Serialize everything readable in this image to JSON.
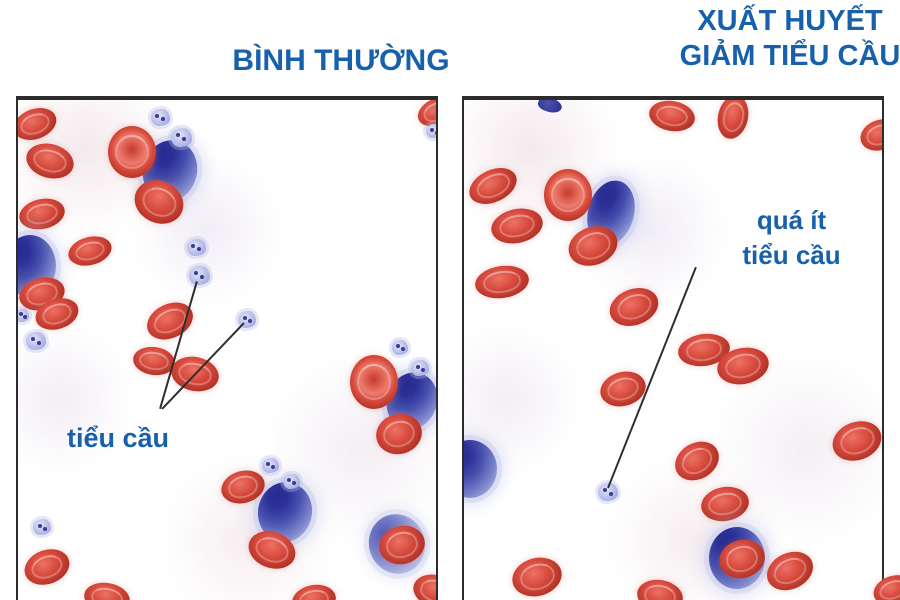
{
  "figure": {
    "description": "Blood smear comparison diagram: normal blood vs thrombocytopenic purpura (too few platelets)"
  },
  "titles": {
    "left": "BÌNH THƯỜNG",
    "right_line1": "XUẤT HUYẾT",
    "right_line2": "GIẢM TIỂU CẦU"
  },
  "colors": {
    "title_blue": "#1760ab",
    "rbc_red": "#cf4437",
    "wbc_blue": "#2c3097",
    "platelet_purple": "#b6bbe7",
    "platelet_dot": "#383c95",
    "line_dark": "#2e2e2e",
    "border_dark": "#2c2c2c"
  },
  "cell_format": [
    "type",
    "center_x",
    "center_y",
    "width",
    "height",
    "rotation_deg"
  ],
  "panels": [
    {
      "id": "normal",
      "label": "tiểu cầu",
      "cells": [
        [
          "rbc",
          17,
          24,
          44,
          30,
          -20
        ],
        [
          "rbc",
          32,
          61,
          48,
          34,
          15
        ],
        [
          "rbc",
          24,
          114,
          46,
          30,
          -12
        ],
        [
          "wbc",
          12,
          166,
          52,
          62,
          0
        ],
        [
          "platelet",
          4,
          215,
          13,
          13,
          0
        ],
        [
          "rbc",
          24,
          194,
          46,
          32,
          -15
        ],
        [
          "rbc",
          39,
          214,
          44,
          30,
          -18
        ],
        [
          "platelet",
          18,
          241,
          20,
          18,
          0
        ],
        [
          "rbc",
          72,
          151,
          44,
          28,
          -15
        ],
        [
          "wbc",
          152,
          71,
          54,
          62,
          15
        ],
        [
          "platelet",
          142,
          17,
          19,
          17,
          0
        ],
        [
          "platelet",
          163,
          37,
          21,
          19,
          0
        ],
        [
          "rbc-front",
          114,
          52,
          48,
          52,
          0
        ],
        [
          "rbc",
          141,
          102,
          50,
          42,
          25
        ],
        [
          "platelet",
          178,
          147,
          19,
          17,
          0
        ],
        [
          "platelet",
          181,
          175,
          21,
          19,
          0
        ],
        [
          "rbc",
          152,
          221,
          48,
          34,
          -25
        ],
        [
          "rbc",
          136,
          261,
          42,
          28,
          8
        ],
        [
          "rbc",
          177,
          274,
          48,
          34,
          12
        ],
        [
          "platelet",
          229,
          219,
          18,
          17,
          0
        ],
        [
          "platelet",
          24,
          427,
          18,
          16,
          0
        ],
        [
          "rbc",
          29,
          467,
          46,
          34,
          -20
        ],
        [
          "rbc",
          89,
          498,
          46,
          30,
          10
        ],
        [
          "wbc",
          267,
          412,
          54,
          60,
          10
        ],
        [
          "platelet",
          252,
          365,
          17,
          15,
          0
        ],
        [
          "platelet",
          273,
          381,
          17,
          15,
          0
        ],
        [
          "rbc",
          225,
          387,
          44,
          32,
          -15
        ],
        [
          "rbc",
          254,
          450,
          48,
          36,
          20
        ],
        [
          "rbc",
          296,
          500,
          44,
          30,
          -10
        ],
        [
          "wbc",
          394,
          301,
          50,
          58,
          20
        ],
        [
          "platelet",
          382,
          247,
          16,
          15,
          0
        ],
        [
          "platelet",
          402,
          268,
          18,
          16,
          0
        ],
        [
          "rbc-front",
          356,
          282,
          48,
          54,
          0
        ],
        [
          "rbc",
          381,
          334,
          46,
          40,
          -15
        ],
        [
          "wbc-light",
          379,
          444,
          56,
          60,
          -20
        ],
        [
          "rbc",
          384,
          445,
          46,
          38,
          -15
        ],
        [
          "rbc",
          417,
          491,
          44,
          32,
          15
        ],
        [
          "rbc",
          418,
          12,
          38,
          26,
          -25
        ],
        [
          "platelet",
          416,
          31,
          16,
          14,
          0
        ]
      ],
      "pointer_lines": [
        [
          142,
          308,
          179,
          180
        ],
        [
          144,
          308,
          226,
          222
        ]
      ]
    },
    {
      "id": "thrombocytopenia",
      "label_line1": "quá ít",
      "label_line2": "tiểu cầu",
      "cells": [
        [
          "blob",
          86,
          5,
          24,
          14,
          20
        ],
        [
          "rbc",
          208,
          16,
          46,
          30,
          10
        ],
        [
          "rbc",
          269,
          17,
          30,
          44,
          12
        ],
        [
          "rbc",
          416,
          35,
          40,
          30,
          -20
        ],
        [
          "rbc",
          29,
          86,
          50,
          32,
          -25
        ],
        [
          "rbc",
          53,
          126,
          52,
          34,
          -12
        ],
        [
          "wbc",
          147,
          113,
          46,
          66,
          15
        ],
        [
          "rbc-front",
          104,
          95,
          48,
          52,
          0
        ],
        [
          "rbc",
          129,
          146,
          50,
          38,
          -20
        ],
        [
          "rbc",
          38,
          182,
          54,
          32,
          -8
        ],
        [
          "rbc",
          170,
          207,
          50,
          36,
          -20
        ],
        [
          "rbc",
          159,
          289,
          46,
          34,
          -15
        ],
        [
          "rbc",
          240,
          250,
          52,
          32,
          -8
        ],
        [
          "rbc",
          279,
          266,
          52,
          36,
          -12
        ],
        [
          "rbc",
          233,
          361,
          46,
          36,
          -30
        ],
        [
          "rbc",
          393,
          341,
          50,
          38,
          -20
        ],
        [
          "wbc",
          6,
          369,
          54,
          58,
          0
        ],
        [
          "platelet",
          144,
          392,
          20,
          18,
          0
        ],
        [
          "rbc",
          73,
          477,
          50,
          38,
          -15
        ],
        [
          "rbc",
          196,
          496,
          46,
          32,
          10
        ],
        [
          "rbc",
          261,
          404,
          48,
          34,
          -10
        ],
        [
          "wbc",
          273,
          458,
          56,
          62,
          0
        ],
        [
          "rbc",
          278,
          459,
          46,
          38,
          -15
        ],
        [
          "rbc",
          326,
          471,
          48,
          36,
          -25
        ]
      ],
      "pointer_lines": [
        [
          232,
          166,
          144,
          387
        ]
      ]
    }
  ],
  "stray_cells": [
    [
      "rbc",
      893,
      590,
      40,
      28,
      -20
    ]
  ]
}
